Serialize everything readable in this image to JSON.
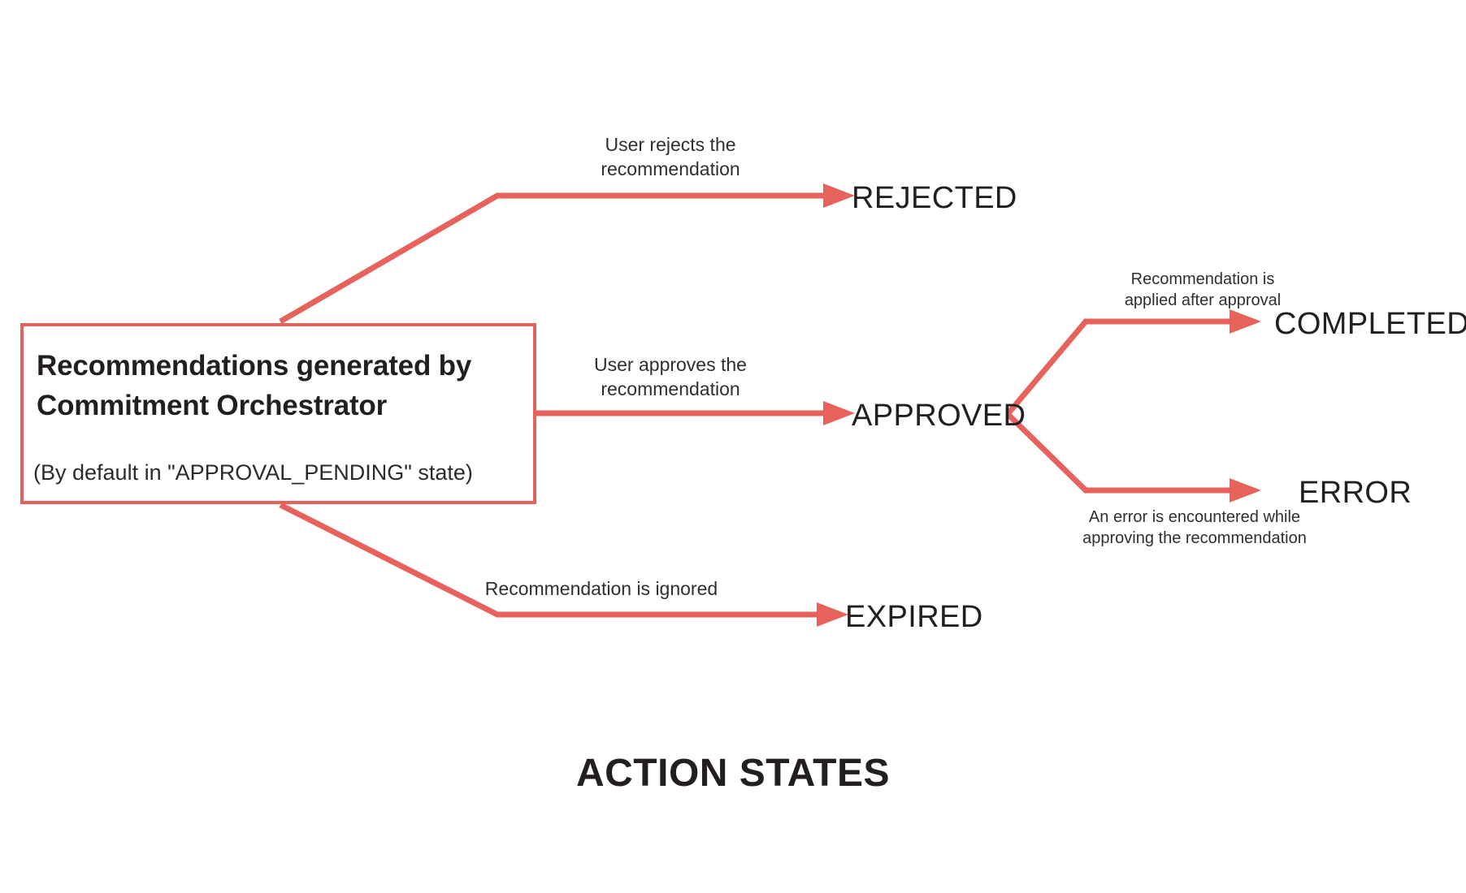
{
  "diagram": {
    "title": "ACTION STATES",
    "accent_color": "#e8625c",
    "text_color": "#231f20",
    "background": "#ffffff",
    "type": "state-flow"
  },
  "source_node": {
    "name": "recommendations-source-box",
    "headline": "Recommendations generated by Commitment Orchestrator",
    "subline": "(By default in \"APPROVAL_PENDING\" state)",
    "border_color": "#e8625c"
  },
  "states": [
    {
      "id": "rejected",
      "label": "REJECTED"
    },
    {
      "id": "approved",
      "label": "APPROVED"
    },
    {
      "id": "expired",
      "label": "EXPIRED"
    },
    {
      "id": "completed",
      "label": "COMPLETED"
    },
    {
      "id": "error",
      "label": "ERROR"
    }
  ],
  "transitions": [
    {
      "id": "to-rejected",
      "from": "recommendations-source-box",
      "to": "rejected",
      "label": "User rejects the\nrecommendation"
    },
    {
      "id": "to-approved",
      "from": "recommendations-source-box",
      "to": "approved",
      "label": "User approves the\nrecommendation"
    },
    {
      "id": "to-expired",
      "from": "recommendations-source-box",
      "to": "expired",
      "label": "Recommendation is ignored"
    },
    {
      "id": "to-completed",
      "from": "approved",
      "to": "completed",
      "label": "Recommendation is\napplied after approval"
    },
    {
      "id": "to-error",
      "from": "approved",
      "to": "error",
      "label": "An error is encountered while\napproving the recommendation"
    }
  ]
}
